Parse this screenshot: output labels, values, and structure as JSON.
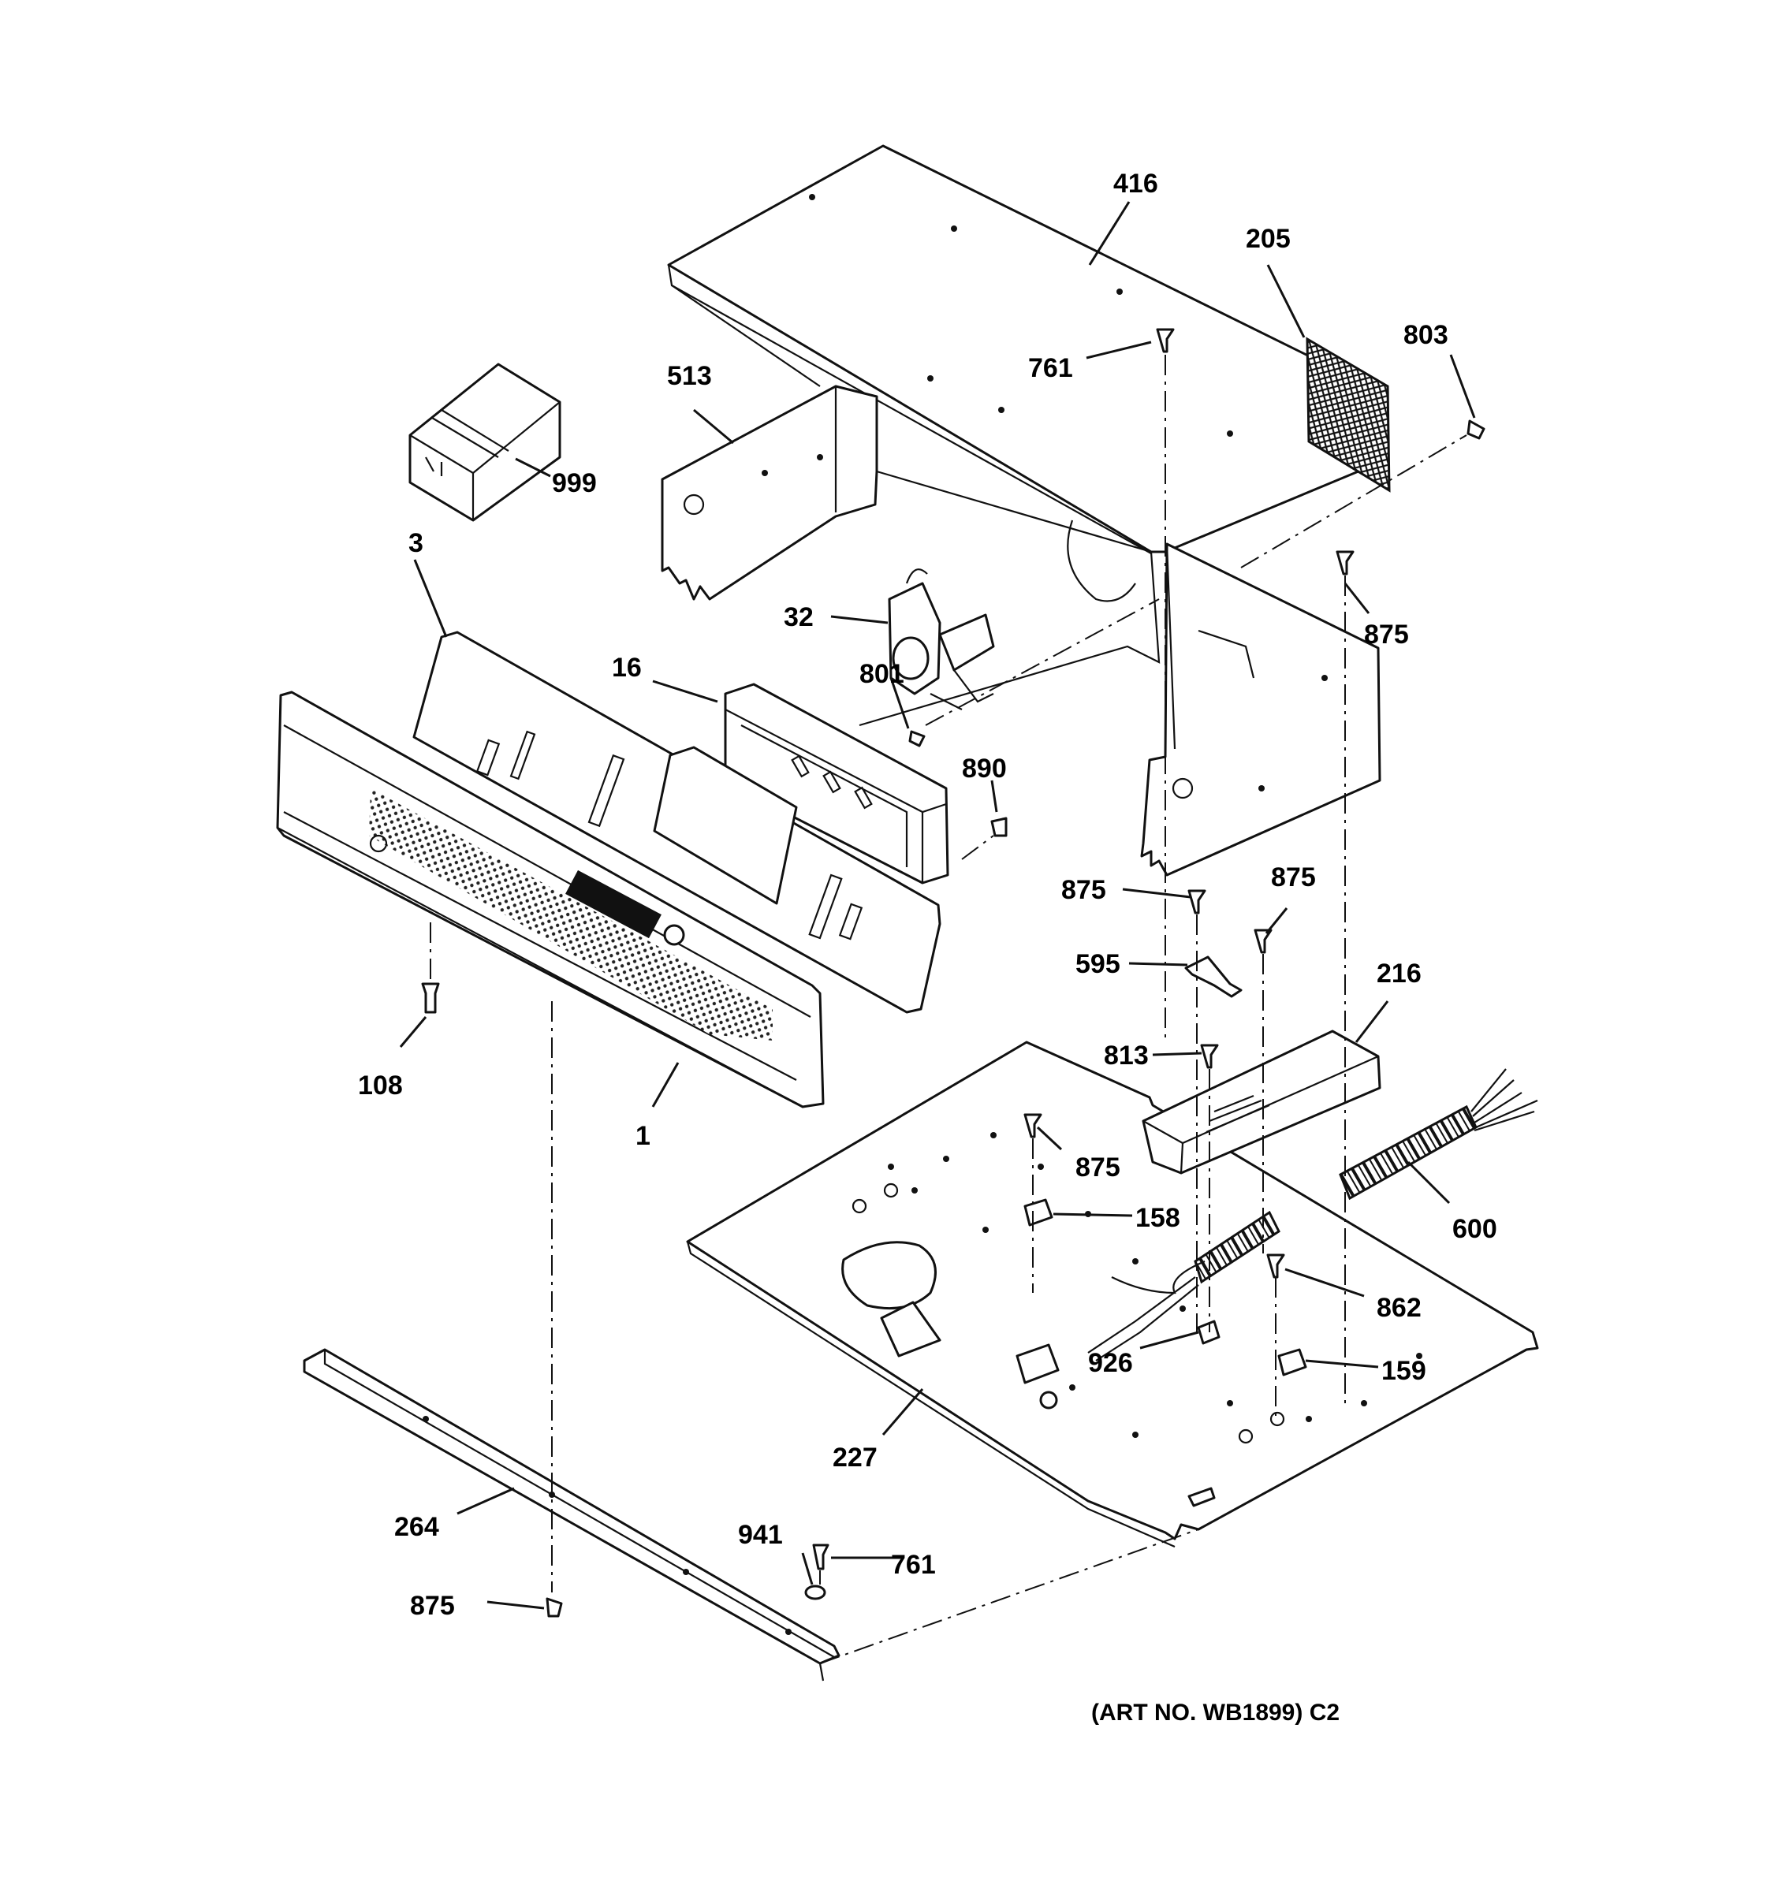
{
  "diagram": {
    "art_number": "(ART NO. WB1899) C2",
    "callouts": [
      {
        "id": "c416",
        "text": "416"
      },
      {
        "id": "c205",
        "text": "205"
      },
      {
        "id": "c803",
        "text": "803"
      },
      {
        "id": "c761a",
        "text": "761"
      },
      {
        "id": "c513",
        "text": "513"
      },
      {
        "id": "c999",
        "text": "999"
      },
      {
        "id": "c3",
        "text": "3"
      },
      {
        "id": "c32",
        "text": "32"
      },
      {
        "id": "c16",
        "text": "16"
      },
      {
        "id": "c801",
        "text": "801"
      },
      {
        "id": "c875a",
        "text": "875"
      },
      {
        "id": "c890",
        "text": "890"
      },
      {
        "id": "c875b",
        "text": "875"
      },
      {
        "id": "c875c",
        "text": "875"
      },
      {
        "id": "c595",
        "text": "595"
      },
      {
        "id": "c216",
        "text": "216"
      },
      {
        "id": "c813",
        "text": "813"
      },
      {
        "id": "c108",
        "text": "108"
      },
      {
        "id": "c1",
        "text": "1"
      },
      {
        "id": "c875d",
        "text": "875"
      },
      {
        "id": "c158",
        "text": "158"
      },
      {
        "id": "c600",
        "text": "600"
      },
      {
        "id": "c862",
        "text": "862"
      },
      {
        "id": "c926",
        "text": "926"
      },
      {
        "id": "c159",
        "text": "159"
      },
      {
        "id": "c227",
        "text": "227"
      },
      {
        "id": "c264",
        "text": "264"
      },
      {
        "id": "c941",
        "text": "941"
      },
      {
        "id": "c761b",
        "text": "761"
      },
      {
        "id": "c875e",
        "text": "875"
      }
    ]
  }
}
